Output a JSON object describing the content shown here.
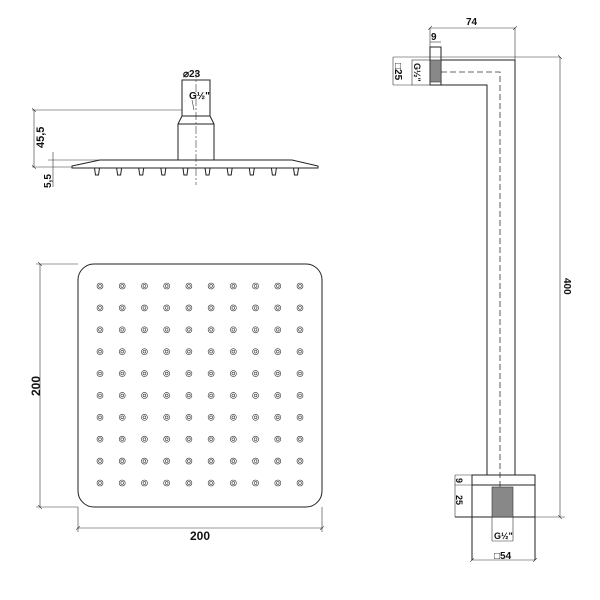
{
  "head_side": {
    "diameter": "⌀23",
    "thread": "G½\"",
    "height": "45,5",
    "plate_thickness": "5,5"
  },
  "head_top": {
    "width": "200",
    "height": "200",
    "nozzle_rows": 10,
    "nozzle_cols": 10
  },
  "arm": {
    "reach": "74",
    "nut_length": "9",
    "tube_section": "□25",
    "top_thread": "G½\"",
    "length": "400",
    "flange_thickness": "9",
    "base_height": "25",
    "bottom_thread": "G½\"",
    "flange_size": "□54"
  }
}
